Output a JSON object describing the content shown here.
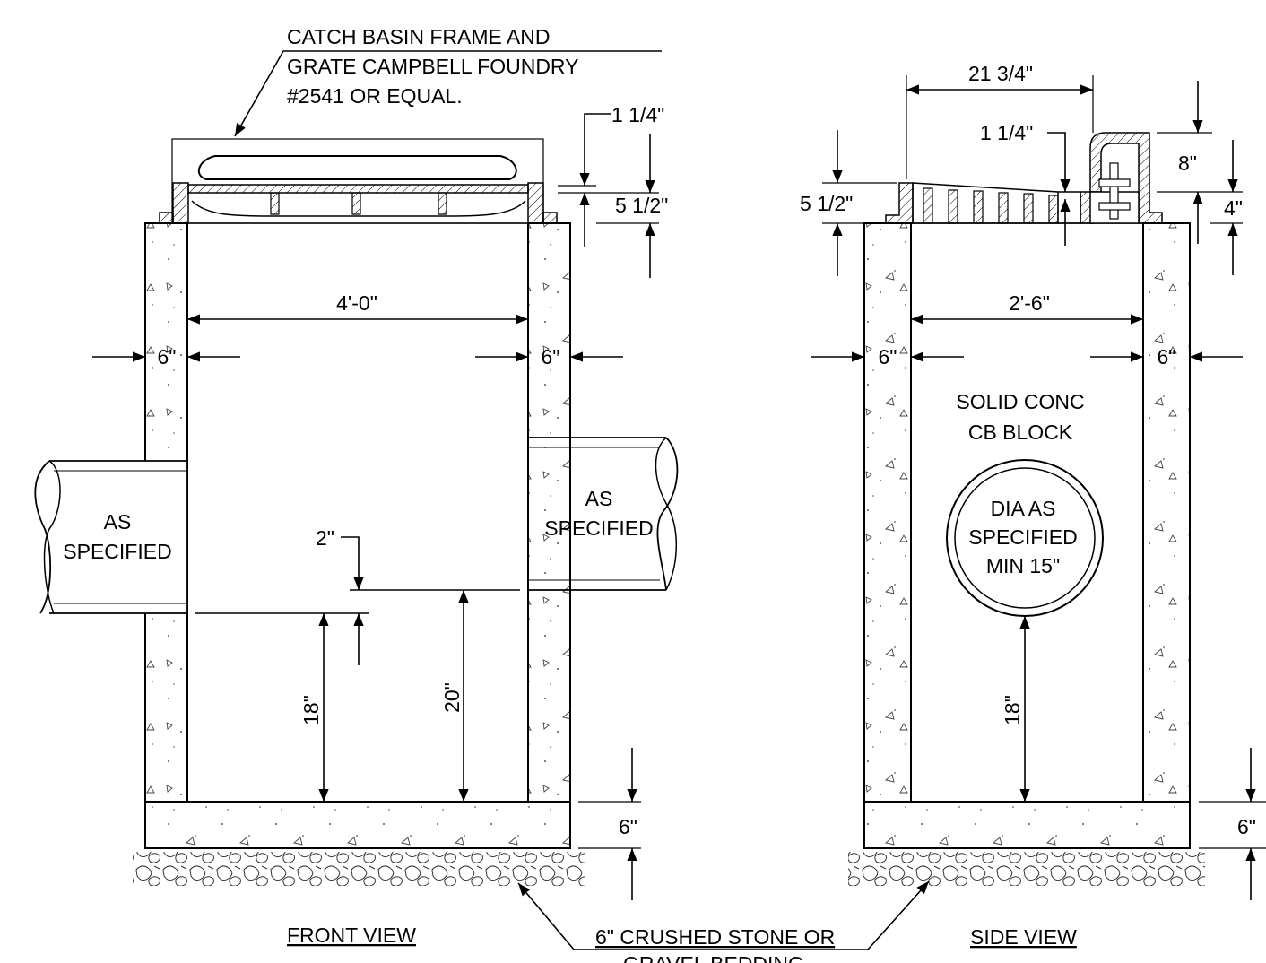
{
  "callouts": {
    "frame_line1": "CATCH BASIN FRAME AND",
    "frame_line2": "GRATE CAMPBELL FOUNDRY",
    "frame_line3": "#2541 OR EQUAL.",
    "bedding_line1": "6\" CRUSHED STONE OR",
    "bedding_line2": "GRAVEL BEDDING"
  },
  "front_view": {
    "title": "FRONT VIEW",
    "dim_width": "4'-0\"",
    "dim_wall_left": "6\"",
    "dim_wall_right": "6\"",
    "dim_frame_top": "1 1/4\"",
    "dim_frame_height": "5 1/2\"",
    "dim_drop": "2\"",
    "dim_outlet": "18\"",
    "dim_inlet": "20\"",
    "dim_base": "6\"",
    "pipe_left_line1": "AS",
    "pipe_left_line2": "SPECIFIED",
    "pipe_right_line1": "AS",
    "pipe_right_line2": "SPECIFIED"
  },
  "side_view": {
    "title": "SIDE VIEW",
    "dim_grate_width": "21 3/4\"",
    "dim_grate_slope": "1 1/4\"",
    "dim_frame_height": "5 1/2\"",
    "dim_curb_height": "8\"",
    "dim_curb_lip": "4\"",
    "dim_width": "2'-6\"",
    "dim_wall_left": "6\"",
    "dim_wall_right": "6\"",
    "block_line1": "SOLID CONC",
    "block_line2": "CB BLOCK",
    "pipe_line1": "DIA AS",
    "pipe_line2": "SPECIFIED",
    "pipe_line3": "MIN 15\"",
    "dim_outlet": "18\"",
    "dim_base": "6\""
  }
}
